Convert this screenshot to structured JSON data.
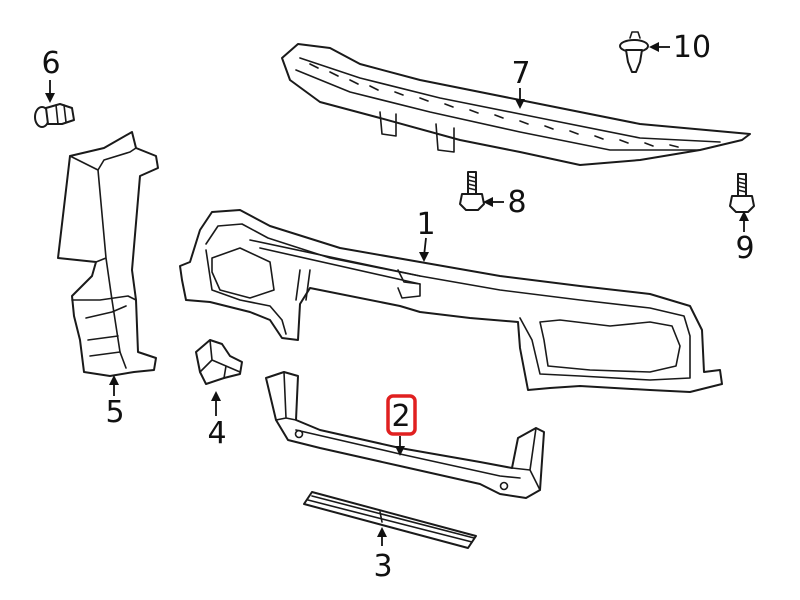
{
  "diagram": {
    "highlight_color": "#e02020",
    "line_color": "#1a1a1a",
    "callouts": [
      {
        "id": "1",
        "label": "1"
      },
      {
        "id": "2",
        "label": "2",
        "highlighted": true
      },
      {
        "id": "3",
        "label": "3"
      },
      {
        "id": "4",
        "label": "4"
      },
      {
        "id": "5",
        "label": "5"
      },
      {
        "id": "6",
        "label": "6"
      },
      {
        "id": "7",
        "label": "7"
      },
      {
        "id": "8",
        "label": "8"
      },
      {
        "id": "9",
        "label": "9"
      },
      {
        "id": "10",
        "label": "10"
      }
    ]
  }
}
